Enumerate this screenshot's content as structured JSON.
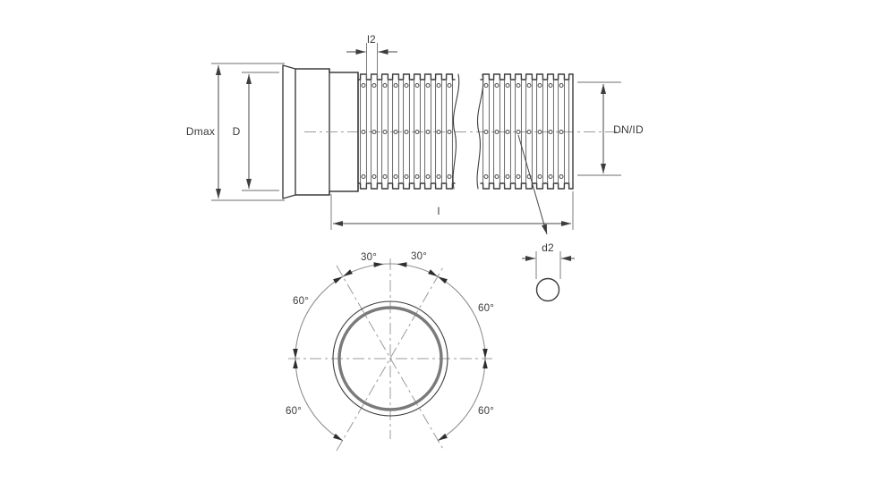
{
  "labels": {
    "dmax": "Dmax",
    "d": "D",
    "l2": "l2",
    "dn_id": "DN/ID",
    "length": "l",
    "d2": "d2"
  },
  "angles": {
    "top_left": "30°",
    "top_right": "30°",
    "upper_left": "60°",
    "upper_right": "60°",
    "lower_left": "60°",
    "lower_right": "60°"
  },
  "colors": {
    "background": "#ffffff",
    "line": "#3d3d3d",
    "centerline": "#9b9b9b",
    "arc": "#8f8f8f",
    "wall_ring": "#7a7a7a",
    "text": "#3a3a3a"
  }
}
